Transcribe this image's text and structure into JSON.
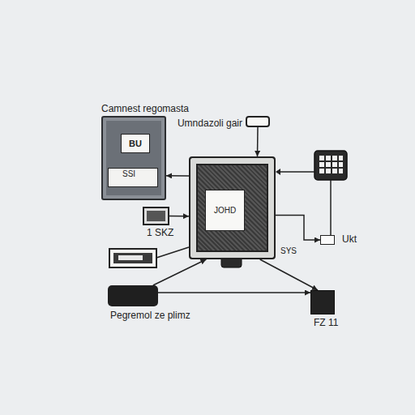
{
  "diagram": {
    "nodes": [
      {
        "text": [
          "Camnest regomasta"
        ]
      },
      {
        "text": [
          "BU"
        ],
        "in": 0
      },
      {
        "text": [
          "JOHD"
        ]
      },
      {
        "text": [
          "Umndazoli gair"
        ]
      },
      {
        "text": [
          "1 SKZ"
        ]
      },
      {
        "text": [
          "Ukt"
        ]
      },
      {
        "text": [
          "Pegremol ze plimz"
        ]
      },
      {
        "text": [
          "FZ 11"
        ]
      }
    ],
    "edges": [
      {
        "from": 3,
        "to": 2,
        "arrow": "to"
      },
      {
        "from": 2,
        "to": 0,
        "arrow": "to"
      },
      {
        "from": 4,
        "to": 2,
        "arrow": "to"
      },
      {
        "from": 2,
        "to": 5,
        "arrow": "to"
      },
      {
        "from": 6,
        "to": 7,
        "arrow": "to"
      },
      {
        "from": 2,
        "to": 7,
        "arrow": "to"
      },
      {
        "from": 6,
        "to": 2,
        "arrow": "to"
      }
    ],
    "labels": [
      "SSI",
      "SYS"
    ]
  }
}
